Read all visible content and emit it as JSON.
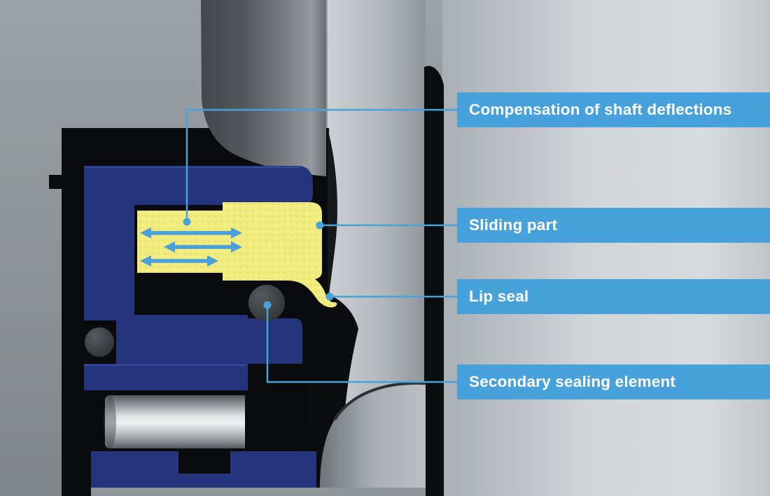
{
  "diagram": {
    "callouts": [
      {
        "id": "compensation",
        "label": "Compensation of shaft deflections"
      },
      {
        "id": "sliding-part",
        "label": "Sliding part"
      },
      {
        "id": "lip-seal",
        "label": "Lip seal"
      },
      {
        "id": "secondary-sealing-element",
        "label": "Secondary sealing element"
      }
    ],
    "colors": {
      "callout_bg": "#47a1da",
      "callout_text": "#ffffff",
      "leader_line": "#47a1da",
      "seal_body_blue": "#24357e",
      "sliding_part_yellow": "#f1ec7d",
      "arrow_blue": "#4aa0da",
      "oring_gray": "#3b3e42",
      "cavity_black": "#0a0b0c",
      "shaft_silver": "#eef0f1"
    }
  }
}
